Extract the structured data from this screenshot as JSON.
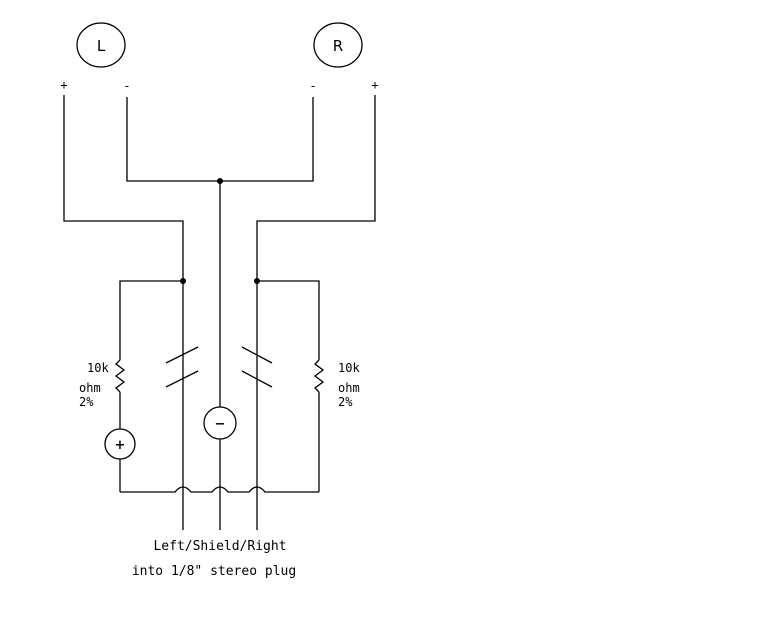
{
  "speakers": {
    "left": "L",
    "right": "R"
  },
  "polarity": {
    "left_plus": "+",
    "left_minus": "-",
    "right_minus": "-",
    "right_plus": "+"
  },
  "resistors": {
    "left": {
      "value": "10k",
      "unit": "ohm",
      "tolerance": "2%"
    },
    "right": {
      "value": "10k",
      "unit": "ohm",
      "tolerance": "2%"
    }
  },
  "batteries": {
    "positive": "+",
    "negative": "−"
  },
  "caption": {
    "line1": "Left/Shield/Right",
    "line2": "into 1/8\" stereo plug"
  }
}
